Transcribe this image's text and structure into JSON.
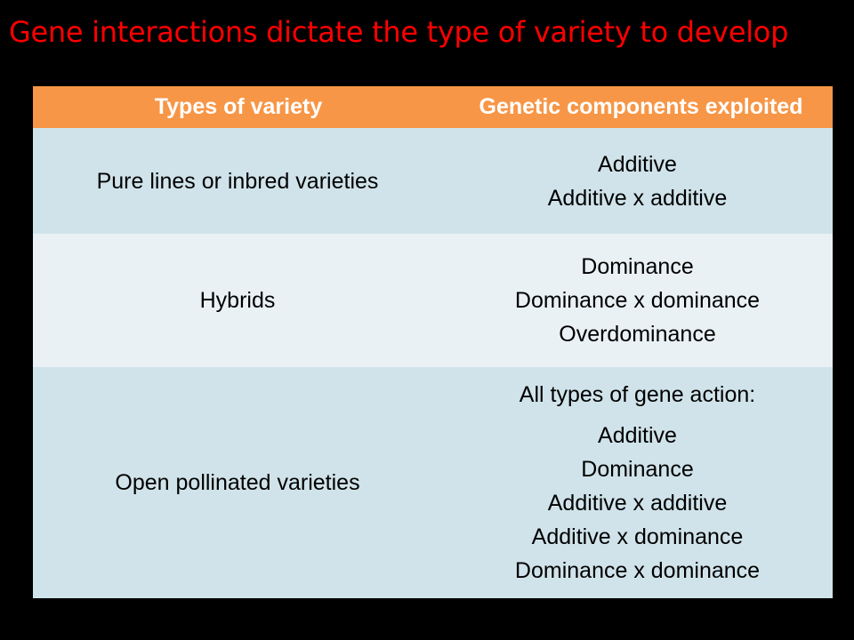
{
  "slide": {
    "title": "Gene interactions dictate the type of variety to develop"
  },
  "table": {
    "headers": [
      "Types of variety",
      "Genetic components exploited"
    ],
    "rows": [
      {
        "variety": "Pure lines or inbred varieties",
        "components": [
          "Additive",
          "Additive x additive"
        ]
      },
      {
        "variety": "Hybrids",
        "components": [
          "Dominance",
          "Dominance x dominance",
          "Overdominance"
        ]
      },
      {
        "variety": "Open pollinated varieties",
        "lead": "All types of gene action:",
        "components": [
          "Additive",
          "Dominance",
          "Additive x additive",
          "Additive x dominance",
          "Dominance x dominance"
        ]
      }
    ]
  },
  "colors": {
    "background": "#000000",
    "title": "#ff0000",
    "header": "#f79646",
    "row_dark": "#d0e3ea",
    "row_light": "#e9f1f5"
  }
}
